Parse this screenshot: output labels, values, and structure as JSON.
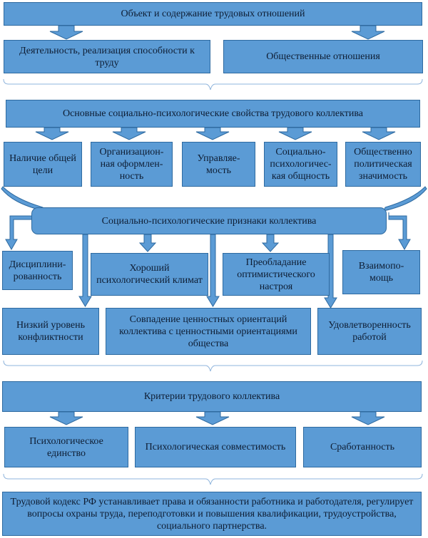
{
  "colors": {
    "box_fill": "#5b9bd5",
    "box_border": "#2e6aa0",
    "text": "#0e1d33",
    "brace": "#8fb4dc"
  },
  "level1": {
    "title": "Объект и содержание трудовых отношений",
    "left": "Деятельность, реализация способности к труду",
    "right": "Общественные отношения"
  },
  "level2": {
    "title": "Основные социально-психологические свойства трудового коллектива",
    "items": [
      "Наличие общей цели",
      "Организацион-ная оформлен-ность",
      "Управляе-мость",
      "Социально-психологичес-кая общность",
      "Общественно политическая значимость"
    ]
  },
  "level3": {
    "title": "Социально-психологические признаки коллектива",
    "upper": [
      "Дисциплини-рованность",
      "Хороший психологический климат",
      "Преобладание оптимистического настроя",
      "Взаимопо-мощь"
    ],
    "lower": [
      "Низкий уровень конфликтности",
      "Совпадение ценностных ориентаций коллектива с ценностными ориентациями общества",
      "Удовлетворенность работой"
    ]
  },
  "level4": {
    "title": "Критерии трудового коллектива",
    "items": [
      "Психологическое единство",
      "Психологическая совместимость",
      "Сработанность"
    ]
  },
  "footer": {
    "text": "Трудовой кодекс РФ устанавливает права и обязанности работника и работодателя, регулирует вопросы охраны труда, переподготовки и повышения квалификации, трудоустройства, социального партнерства."
  }
}
